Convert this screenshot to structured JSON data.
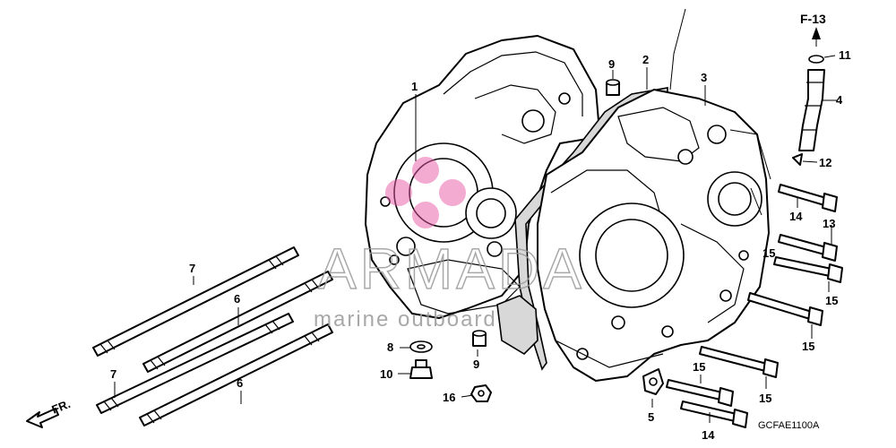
{
  "diagram": {
    "callouts": {
      "c1": "1",
      "c2": "2",
      "c3": "3",
      "c4": "4",
      "c5": "5",
      "c6a": "6",
      "c6b": "6",
      "c7a": "7",
      "c7b": "7",
      "c8": "8",
      "c9a": "9",
      "c9b": "9",
      "c10": "10",
      "c11": "11",
      "c12": "12",
      "c13": "13",
      "c14a": "14",
      "c14b": "14",
      "c15a": "15",
      "c15b": "15",
      "c15c": "15",
      "c15d": "15",
      "c15e": "15",
      "c16": "16"
    },
    "reference_code": "F-13",
    "front_label": "FR.",
    "diagram_code": "GCFAE1100A"
  },
  "watermark": {
    "brand": "ARMADA",
    "subtitle": "marine outboard",
    "logo_color": "#e75aa6"
  }
}
